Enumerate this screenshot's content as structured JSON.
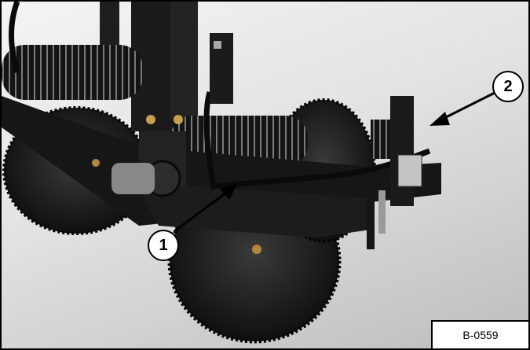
{
  "callouts": [
    {
      "label": "1"
    },
    {
      "label": "2"
    }
  ],
  "figure_id": "B-0559",
  "colors": {
    "equipment": "#1b1b1b",
    "background": "#e4e4e4",
    "spring_highlight": "#8a8a8a",
    "frame_border": "#000000"
  }
}
